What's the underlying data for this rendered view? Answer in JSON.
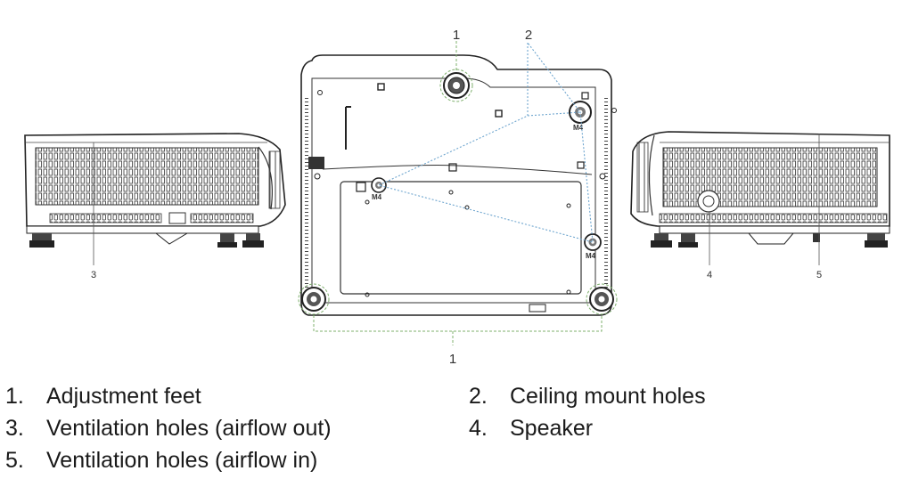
{
  "callouts": {
    "top_1": "1",
    "top_2": "2",
    "bottom_1": "1",
    "side_3": "3",
    "side_4": "4",
    "side_5": "5",
    "mount_a": "M4",
    "mount_b": "M4",
    "mount_c": "M4"
  },
  "legend": [
    {
      "num": "1.",
      "label": "Adjustment feet"
    },
    {
      "num": "2.",
      "label": "Ceiling mount holes"
    },
    {
      "num": "3.",
      "label": "Ventilation holes (airflow out)"
    },
    {
      "num": "4.",
      "label": "Speaker"
    },
    {
      "num": "5.",
      "label": "Ventilation holes (airflow in)"
    }
  ],
  "colors": {
    "line": "#222222",
    "callout_dash": "#7fb06e",
    "mount_dash": "#6fa6cf"
  }
}
